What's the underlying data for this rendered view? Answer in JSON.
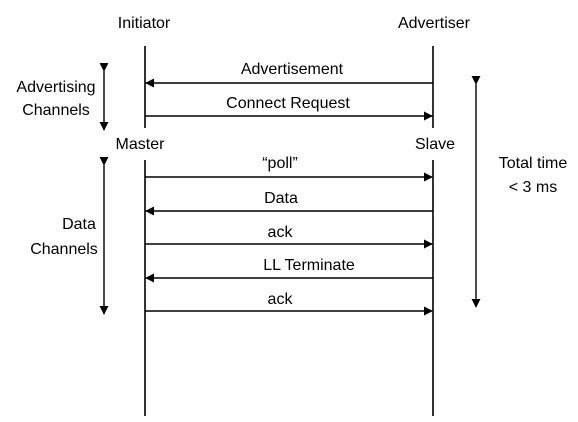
{
  "participants": {
    "initiator": "Initiator",
    "advertiser": "Advertiser",
    "master": "Master",
    "slave": "Slave"
  },
  "phases": {
    "advertising_line1": "Advertising",
    "advertising_line2": "Channels",
    "data_line1": "Data",
    "data_line2": "Channels"
  },
  "timing": {
    "line1": "Total time",
    "line2": "< 3 ms"
  },
  "messages": [
    {
      "label": "Advertisement",
      "direction": "right-to-left"
    },
    {
      "label": "Connect Request",
      "direction": "left-to-right"
    },
    {
      "label": "“poll”",
      "direction": "left-to-right"
    },
    {
      "label": "Data",
      "direction": "right-to-left"
    },
    {
      "label": "ack",
      "direction": "left-to-right"
    },
    {
      "label": "LL Terminate",
      "direction": "right-to-left"
    },
    {
      "label": "ack",
      "direction": "left-to-right"
    }
  ],
  "colors": {
    "line": "#000000",
    "text": "#000000",
    "background": "#ffffff"
  }
}
